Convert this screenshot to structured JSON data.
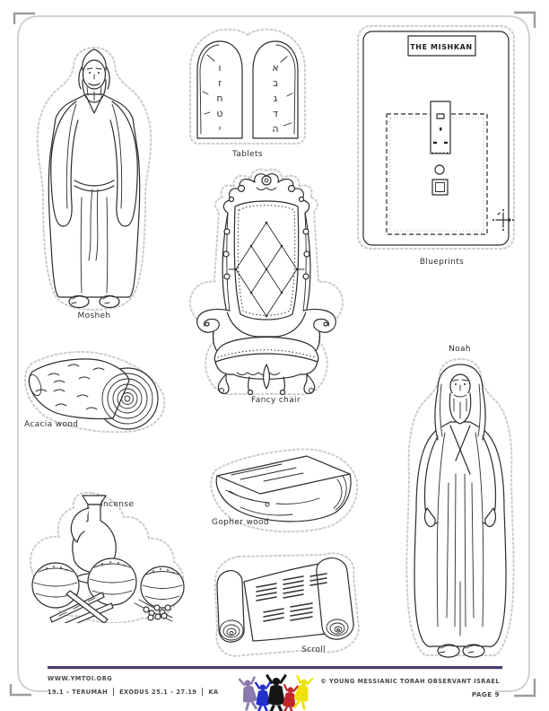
{
  "page": {
    "items": {
      "mosheh": {
        "label": "Mosheh"
      },
      "tablets": {
        "label": "Tablets",
        "letters_left": [
          "ו",
          "ז",
          "ח",
          "ט",
          "י"
        ],
        "letters_right": [
          "א",
          "ב",
          "ג",
          "ד",
          "ה"
        ]
      },
      "blueprints": {
        "label": "Blueprints",
        "title": "THE MISHKAN"
      },
      "fancy_chair": {
        "label": "Fancy chair"
      },
      "acacia_wood": {
        "label": "Acacia wood"
      },
      "noah": {
        "label": "Noah"
      },
      "incense": {
        "label": "Incense"
      },
      "gopher_wood": {
        "label": "Gopher wood"
      },
      "scroll": {
        "label": "Scroll"
      }
    }
  },
  "footer": {
    "website": "WWW.YMTOI.ORG",
    "lesson": "19.1 – TERUMAH",
    "scripture": "EXODUS 25.1 – 27.19",
    "initials": "KA",
    "copyright": "© YOUNG MESSIANIC TORAH OBSERVANT ISRAEL",
    "page_number": "PAGE 9",
    "divider_color": "#4b3a6e",
    "logo_colors": {
      "figure1": "#8a79ad",
      "figure2": "#2230cc",
      "figure3": "#151515",
      "figure4": "#c1272d",
      "figure5": "#efe20b"
    }
  }
}
